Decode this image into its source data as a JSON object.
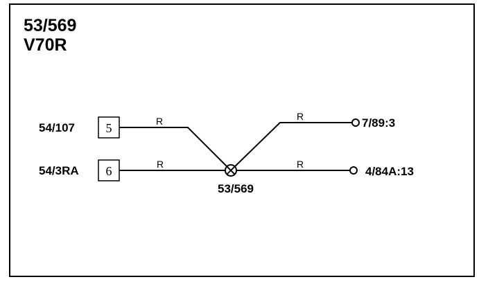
{
  "header": {
    "code": "53/569",
    "model": "V70R"
  },
  "connectors": [
    {
      "name": "54/107",
      "pin": "5"
    },
    {
      "name": "54/3RA",
      "pin": "6"
    }
  ],
  "splice": {
    "name": "53/569"
  },
  "terminals": [
    {
      "name": "7/89:3"
    },
    {
      "name": "4/84A:13"
    }
  ],
  "wires": [
    {
      "color_code": "R"
    },
    {
      "color_code": "R"
    },
    {
      "color_code": "R"
    },
    {
      "color_code": "R"
    }
  ]
}
